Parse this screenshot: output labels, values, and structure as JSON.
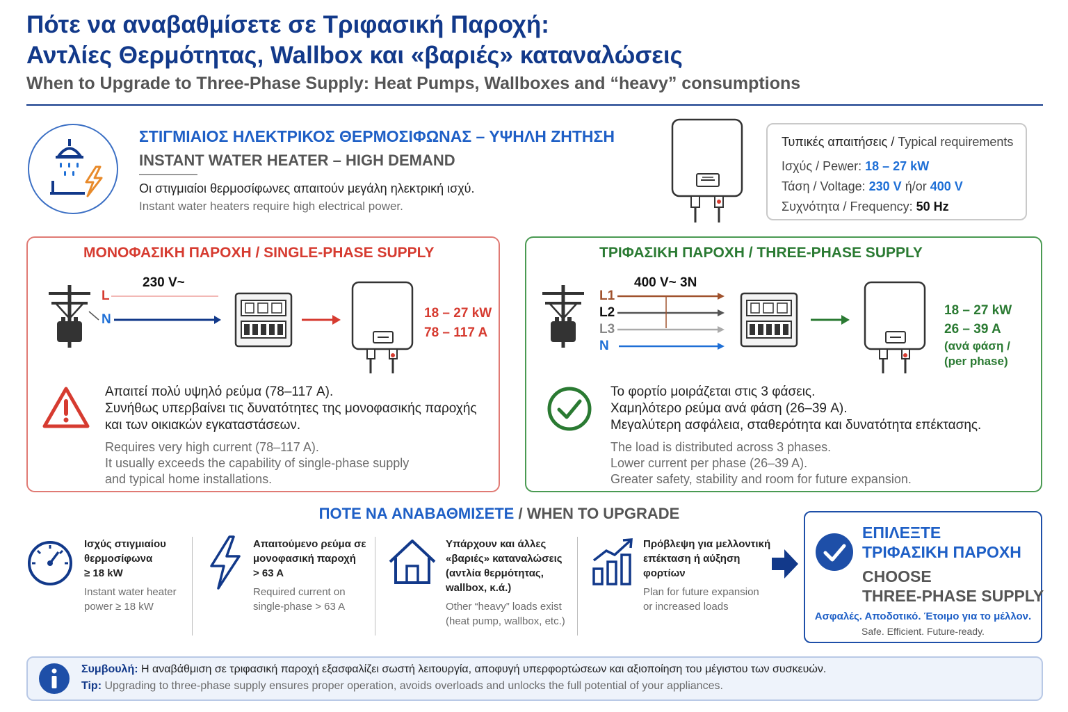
{
  "header": {
    "title_line1": "Πότε να αναβαθμίσετε σε Τριφασική Παροχή:",
    "title_line2": "Αντλίες Θερμότητας, Wallbox και «βαριές» καταναλώσεις",
    "subtitle": "When to Upgrade to Three-Phase Supply: Heat Pumps, Wallboxes and “heavy” consumptions"
  },
  "intro": {
    "title_el": "ΣΤΙΓΜΙΑΙΟΣ ΗΛΕΚΤΡΙΚΟΣ ΘΕΡΜΟΣΙΦΩΝΑΣ – ΥΨΗΛΗ ΖΗΤΗΣΗ",
    "title_en": "INSTANT WATER HEATER – HIGH DEMAND",
    "desc_el": "Οι στιγμιαίοι θερμοσίφωνες απαιτούν μεγάλη ηλεκτρική ισχύ.",
    "desc_en": "Instant water heaters require high electrical power."
  },
  "requirements": {
    "heading_el": "Τυπικές απαιτήσεις",
    "heading_en": "Typical requirements",
    "power_label": "Ισχύς / Pewer:",
    "power_value": "18 – 27 kW",
    "voltage_label": "Τάση / Voltage:",
    "voltage_v1": "230 V",
    "voltage_sep": "ή/or",
    "voltage_v2": "400 V",
    "freq_label": "Συχνότητα / Frequency:",
    "freq_value": "50 Hz"
  },
  "single_phase": {
    "title": "ΜΟΝΟΦΑΣΙΚΗ ΠΑΡΟΧΗ / SINGLE-PHASE SUPPLY",
    "voltage": "230 V~",
    "wire_l": "L",
    "wire_n": "N",
    "power": "18 – 27 kW",
    "current": "78 – 117 A",
    "text_el": [
      "Απαιτεί πολύ υψηλό ρεύμα (78–117 A).",
      "Συνήθως υπερβαίνει τις δυνατότητες της μονοφασικής παροχής",
      "και των οικιακών εγκαταστάσεων."
    ],
    "text_en": [
      "Requires very high current (78–117 A).",
      "It usually exceeds the capability of single-phase supply",
      "and typical home installations."
    ]
  },
  "three_phase": {
    "title": "ΤΡΙΦΑΣΙΚΗ ΠΑΡΟΧΗ / THREE-PHASE SUPPLY",
    "voltage": "400 V~ 3N",
    "wire_l1": "L1",
    "wire_l2": "L2",
    "wire_l3": "L3",
    "wire_n": "N",
    "power": "18 – 27 kW",
    "current": "26 – 39 A",
    "per_phase_el": "(ανά φάση /",
    "per_phase_en": "(per phase)",
    "text_el": [
      "Το φορτίο μοιράζεται στις 3 φάσεις.",
      "Χαμηλότερο ρεύμα ανά φάση (26–39 A).",
      "Μεγαλύτερη ασφάλεια, σταθερότητα και δυνατότητα επέκτασης."
    ],
    "text_en": [
      "The load is distributed across 3 phases.",
      "Lower current per phase (26–39 A).",
      "Greater safety, stability and room for future expansion."
    ]
  },
  "upgrade": {
    "title_el": "ΠΟΤΕ ΝΑ ΑΝΑΒΑΘΜΙΣΕΤΕ",
    "title_sep": " / ",
    "title_en": "WHEN TO UPGRADE",
    "items": [
      {
        "el": [
          "Ισχύς στιγμιαίου",
          "θερμοσίφωνα",
          "≥ 18 kW"
        ],
        "en": [
          "Instant water heater",
          "power ≥ 18 kW"
        ]
      },
      {
        "el": [
          "Απαιτούμενο ρεύμα σε",
          "μονοφασική παροχή",
          "> 63 A"
        ],
        "en": [
          "Required current on",
          "single-phase > 63 A"
        ]
      },
      {
        "el": [
          "Υπάρχουν και άλλες",
          "«βαριές» καταναλώσεις",
          "(αντλία θερμότητας,",
          "wallbox, κ.ά.)"
        ],
        "en": [
          "Other “heavy” loads exist",
          "(heat pump, wallbox, etc.)"
        ]
      },
      {
        "el": [
          "Πρόβλεψη για μελλοντική",
          "επέκταση ή αύξηση",
          "φορτίων"
        ],
        "en": [
          "Plan for future expansion",
          "or increased loads"
        ]
      }
    ],
    "choose_el": [
      "ΕΠΙΛΕΞΤΕ",
      "ΤΡΙΦΑΣΙΚΗ ΠΑΡΟΧΗ"
    ],
    "choose_en": [
      "CHOOSE",
      "THREE-PHASE SUPPLY"
    ],
    "tagline_el": "Ασφαλές. Αποδοτικό. Έτοιμο για το μέλλον.",
    "tagline_en": "Safe. Efficient. Future-ready."
  },
  "tip": {
    "label_el": "Συμβουλή:",
    "text_el": " Η αναβάθμιση σε τριφασική παροχή εξασφαλίζει σωστή λειτουργία, αποφυγή υπερφορτώσεων και αξιοποίηση του μέγιστου των συσκευών.",
    "label_en": "Tip:",
    "text_en": " Upgrading to three-phase supply ensures proper operation, avoids overloads and unlocks the full potential of your appliances."
  },
  "colors": {
    "navy": "#12398a",
    "blue": "#1e6fd6",
    "red": "#d63b30",
    "green": "#2a7a32"
  }
}
